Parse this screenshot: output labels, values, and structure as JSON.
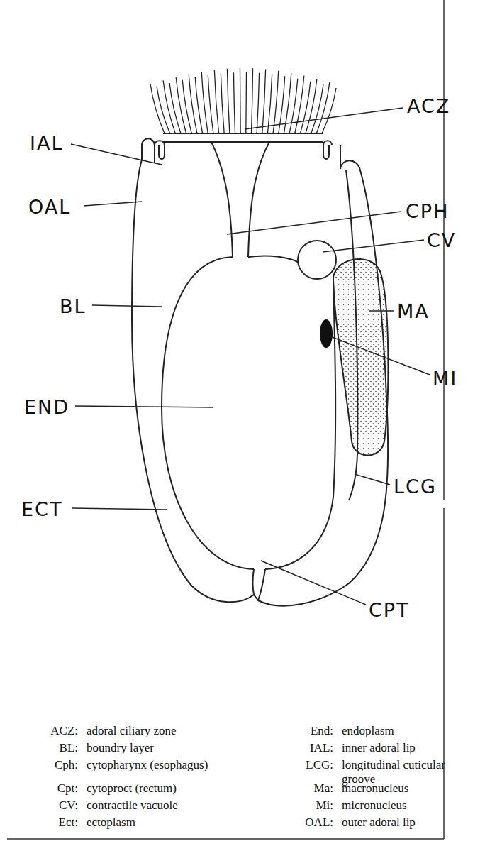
{
  "diagram": {
    "labels": [
      "ACZ",
      "IAL",
      "OAL",
      "CPH",
      "CV",
      "BL",
      "MA",
      "MI",
      "END",
      "LCG",
      "ECT",
      "CPT",
      "ACZ:",
      "adoral ciliary zone",
      "End:",
      "endoplasm",
      "BL:",
      "boundry layer",
      "IAL:",
      "inner adoral lip",
      "Cph:",
      "cytopharynx (esophagus)",
      "LCG:",
      "longitudinal cuticular groove",
      "Cpt:",
      "cytoproct (rectum)",
      "Ma:",
      "macronucleus",
      "CV:",
      "contractile vacuole",
      "Mi:",
      "micronucleus",
      "Ect:",
      "ectoplasm",
      "OAL:",
      "outer adoral lip"
    ]
  }
}
